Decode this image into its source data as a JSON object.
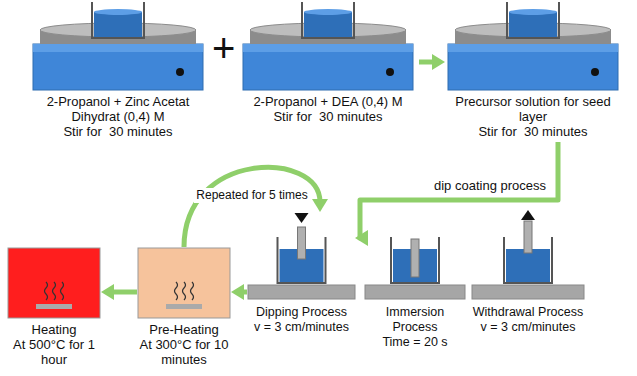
{
  "diagram": {
    "nodes": [
      {
        "text": [
          "2-Propanol + Zinc Acetat Dihydrat (0,4) M",
          "Stir for  30 minutes"
        ]
      },
      {
        "text": [
          "2-Propanol + DEA (0,4) M",
          "Stir for  30 minutes"
        ]
      },
      {
        "text": [
          "Precursor solution for seed layer",
          "Stir for  30 minutes"
        ]
      },
      {
        "text": [
          "Dipping Process",
          "v = 3 cm/minutes"
        ]
      },
      {
        "text": [
          "Immersion Process",
          "Time = 20 s"
        ]
      },
      {
        "text": [
          "Withdrawal Process",
          "v = 3 cm/minutes"
        ]
      },
      {
        "text": [
          "Pre-Heating",
          "At 300°C for 10 minutes"
        ]
      },
      {
        "text": [
          "Heating",
          "At 500°C for 1 hour"
        ]
      }
    ],
    "edges": [
      {
        "from": 1,
        "to": 2,
        "arrow": "to"
      },
      {
        "from": 2,
        "to": 3,
        "label": "dip coating process",
        "arrow": "to"
      },
      {
        "from": 3,
        "to": 6,
        "arrow": "to"
      },
      {
        "from": 6,
        "to": 7,
        "arrow": "to"
      },
      {
        "from": 6,
        "to": 3,
        "label": "Repeated for 5 times",
        "arrow": "to"
      }
    ],
    "labels": [
      "+"
    ]
  }
}
